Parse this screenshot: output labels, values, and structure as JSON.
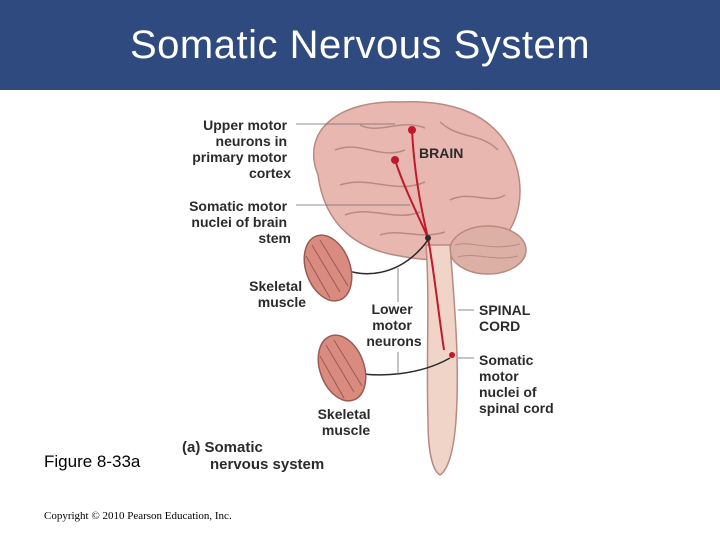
{
  "slide": {
    "title": "Somatic Nervous System",
    "figure_ref": "Figure 8-33a",
    "copyright": "Copyright © 2010 Pearson Education, Inc."
  },
  "diagram": {
    "labels": {
      "upper_motor": [
        "Upper motor",
        "neurons in",
        "primary motor",
        "cortex"
      ],
      "somatic_nuclei_brainstem": [
        "Somatic motor",
        "nuclei of brain",
        "stem"
      ],
      "skeletal_muscle_1": [
        "Skeletal",
        "muscle"
      ],
      "lower_motor": [
        "Lower",
        "motor",
        "neurons"
      ],
      "skeletal_muscle_2": [
        "Skeletal",
        "muscle"
      ],
      "brain": "BRAIN",
      "spinal_cord": [
        "SPINAL",
        "CORD"
      ],
      "somatic_nuclei_spinal": [
        "Somatic",
        "motor",
        "nuclei of",
        "spinal cord"
      ],
      "caption": [
        "(a) Somatic",
        "nervous system"
      ]
    },
    "colors": {
      "title_bar": "#2e4a7e",
      "brain": "#e8b8b0",
      "spinal_cord": "#f0d4c8",
      "neuron": "#c0182d",
      "muscle": "#d98b80"
    }
  }
}
